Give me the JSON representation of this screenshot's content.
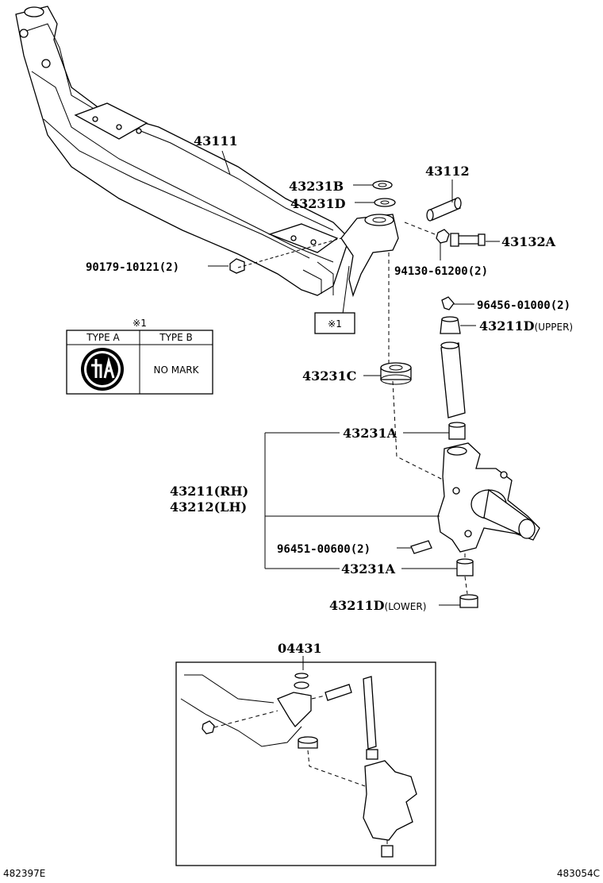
{
  "labels": {
    "axle_beam": "43111",
    "king_pin_key": "43112",
    "shim_b": "43231B",
    "shim_d": "43231D",
    "bolt": "43132A",
    "nut_left": "90179-10121(2)",
    "nut_right": "94130-61200(2)",
    "grease_fitting_upper": "96456-01000(2)",
    "cap_upper": "43211D",
    "cap_upper_note": "(UPPER)",
    "bearing_c": "43231C",
    "bushing_upper": "43231A",
    "knuckle_rh": "43211(RH)",
    "knuckle_lh": "43212(LH)",
    "grease_fitting_lower": "96451-00600(2)",
    "bushing_lower": "43231A",
    "cap_lower": "43211D",
    "cap_lower_note": "(LOWER)",
    "kit": "04431",
    "marker_box": "※1"
  },
  "type_table": {
    "marker": "※1",
    "col_a": "TYPE A",
    "col_b": "TYPE B",
    "col_b_value": "NO MARK",
    "col_a_logo": "toyota-type-a-logo"
  },
  "footer": {
    "left_code": "482397E",
    "right_code": "483054C"
  }
}
